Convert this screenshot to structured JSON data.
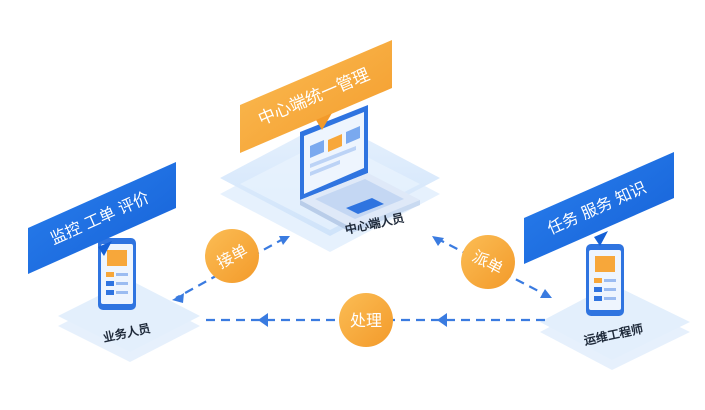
{
  "banners": {
    "center": "中心端统一管理",
    "left": "监控  工单  评价",
    "right": "任务  服务  知识"
  },
  "roles": {
    "center": "中心端人员",
    "left": "业务人员",
    "right": "运维工程师"
  },
  "flows": {
    "accept": "接单",
    "dispatch": "派单",
    "handle": "处理"
  },
  "colors": {
    "blue": "#1b6fe3",
    "orange": "#f7a73a",
    "platform": "#dbeafb",
    "arrow": "#3a7be0"
  }
}
